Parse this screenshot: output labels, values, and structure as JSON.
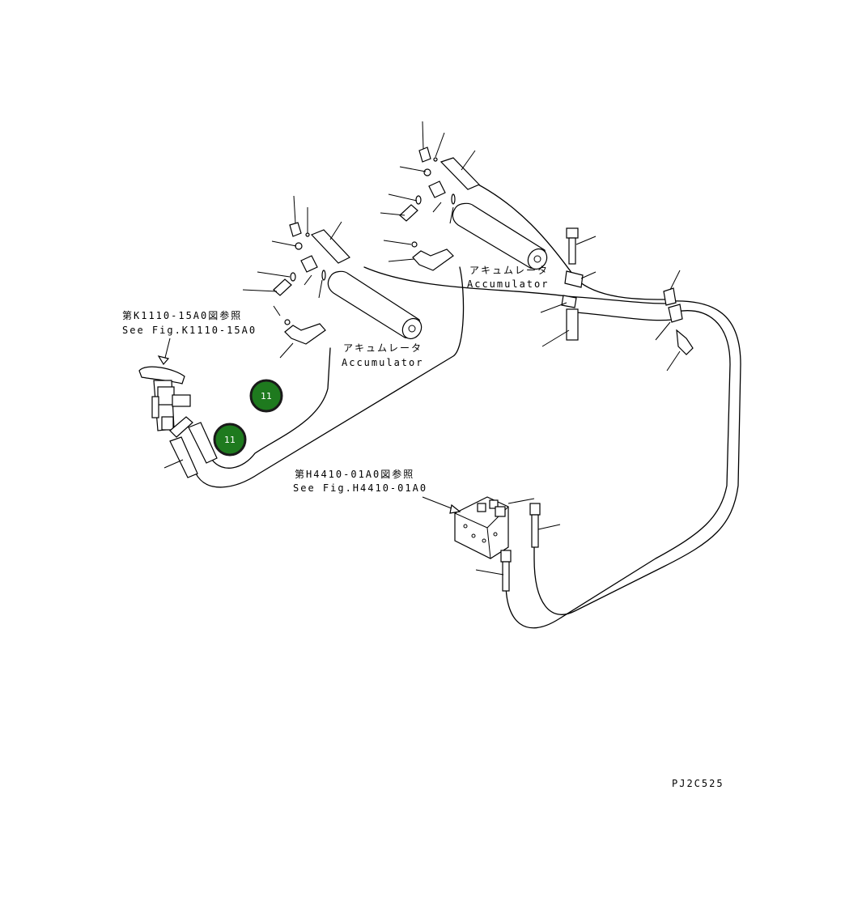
{
  "labels": {
    "ref_k1110_jp": "第K1110-15A0図参照",
    "ref_k1110_en": "See Fig.K1110-15A0",
    "accumulator_left_jp": "アキュムレータ",
    "accumulator_left_en": "Accumulator",
    "accumulator_right_jp": "アキュムレータ",
    "accumulator_right_en": "Accumulator",
    "ref_h4410_jp": "第H4410-01A0図参照",
    "ref_h4410_en": "See Fig.H4410-01A0",
    "drawing_code": "PJ2C525"
  },
  "callouts": [
    {
      "id": "callout-1",
      "label": "11"
    },
    {
      "id": "callout-2",
      "label": "11"
    }
  ],
  "colors": {
    "callout_fill": "#1e7a1e",
    "callout_ring": "#1a1a1a",
    "line": "#000000",
    "background": "#ffffff"
  }
}
